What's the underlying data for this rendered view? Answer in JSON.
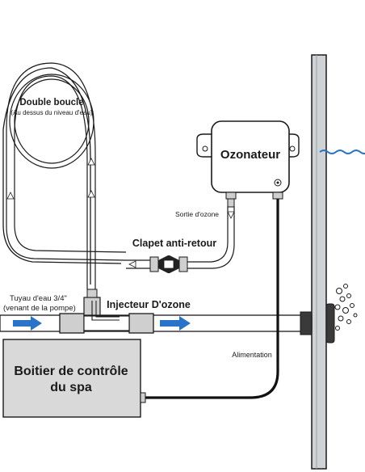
{
  "labels": {
    "double_loop_title": "Double boucle",
    "double_loop_sub": "(Au dessus du niveau d'eau)",
    "ozonator": "Ozonateur",
    "ozone_outlet": "Sortie d'ozone",
    "check_valve": "Clapet anti-retour",
    "water_pipe_line1": "Tuyau d'eau 3/4\"",
    "water_pipe_line2": "(venant de la pompe)",
    "ozone_injector": "Injecteur D'ozone",
    "power_supply": "Alimentation",
    "control_box_line1": "Boitier de contrôle",
    "control_box_line2": "du spa"
  },
  "colors": {
    "outline": "#1a1a1a",
    "tube": "#ffffff",
    "component_gray": "#d9d9d9",
    "wall_gray": "#cfd3d6",
    "flow_arrow": "#2a73c9",
    "water_line": "#2a73c9",
    "power_cable": "#111111"
  },
  "icons": {
    "flow": "right-arrow",
    "bubbles": "circles",
    "water_surface": "wave"
  }
}
